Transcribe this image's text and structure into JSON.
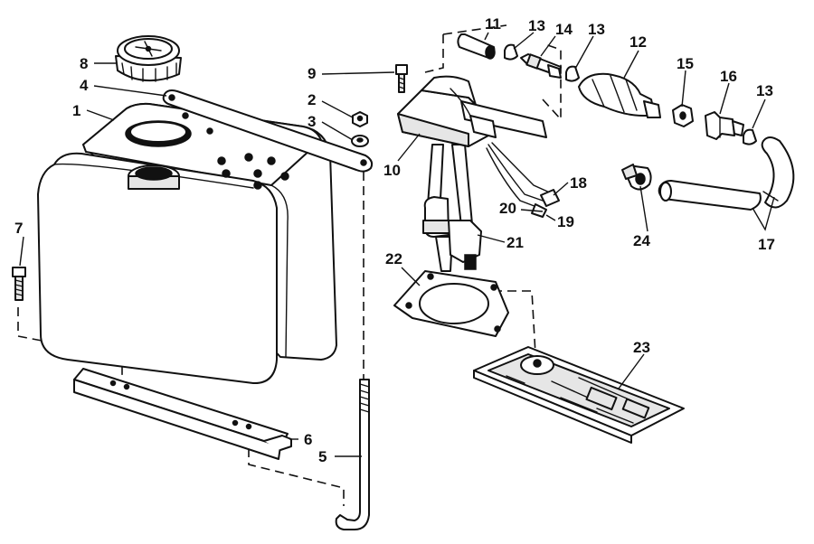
{
  "callouts": {
    "c1": "1",
    "c2": "2",
    "c3": "3",
    "c4": "4",
    "c5": "5",
    "c6": "6",
    "c7": "7",
    "c8": "8",
    "c9": "9",
    "c10": "10",
    "c11": "11",
    "c12": "12",
    "c13a": "13",
    "c13b": "13",
    "c13c": "13",
    "c14": "14",
    "c15": "15",
    "c16": "16",
    "c17": "17",
    "c18": "18",
    "c19": "19",
    "c20": "20",
    "c21": "21",
    "c22": "22",
    "c23": "23",
    "c24": "24"
  }
}
